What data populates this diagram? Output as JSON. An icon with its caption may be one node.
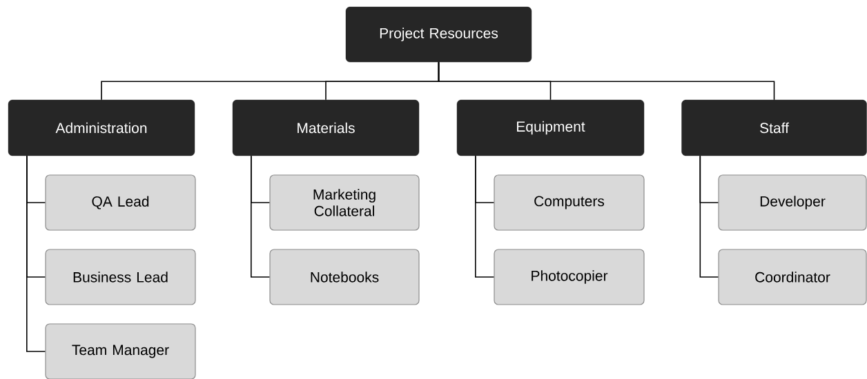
{
  "diagram": {
    "nodes": [
      {
        "text": [
          "Project Resources"
        ]
      },
      {
        "text": [
          "Administration"
        ]
      },
      {
        "text": [
          "Materials"
        ]
      },
      {
        "text": [
          "Equipment"
        ]
      },
      {
        "text": [
          "Staff"
        ]
      },
      {
        "text": [
          "QA Lead"
        ]
      },
      {
        "text": [
          "Business Lead"
        ]
      },
      {
        "text": [
          "Team Manager"
        ]
      },
      {
        "text": [
          "Marketing Collateral"
        ]
      },
      {
        "text": [
          "Notebooks"
        ]
      },
      {
        "text": [
          "Computers"
        ]
      },
      {
        "text": [
          "Photocopier"
        ]
      },
      {
        "text": [
          "Developer"
        ]
      },
      {
        "text": [
          "Coordinator"
        ]
      }
    ],
    "edges": [
      {
        "from": 0,
        "to": 1,
        "arrow": "none"
      },
      {
        "from": 0,
        "to": 2,
        "arrow": "none"
      },
      {
        "from": 0,
        "to": 3,
        "arrow": "none"
      },
      {
        "from": 0,
        "to": 4,
        "arrow": "none"
      },
      {
        "from": 1,
        "to": 5,
        "arrow": "none"
      },
      {
        "from": 1,
        "to": 6,
        "arrow": "none"
      },
      {
        "from": 1,
        "to": 7,
        "arrow": "none"
      },
      {
        "from": 2,
        "to": 8,
        "arrow": "none"
      },
      {
        "from": 2,
        "to": 9,
        "arrow": "none"
      },
      {
        "from": 3,
        "to": 10,
        "arrow": "none"
      },
      {
        "from": 3,
        "to": 11,
        "arrow": "none"
      },
      {
        "from": 4,
        "to": 12,
        "arrow": "none"
      },
      {
        "from": 4,
        "to": 13,
        "arrow": "none"
      }
    ]
  }
}
